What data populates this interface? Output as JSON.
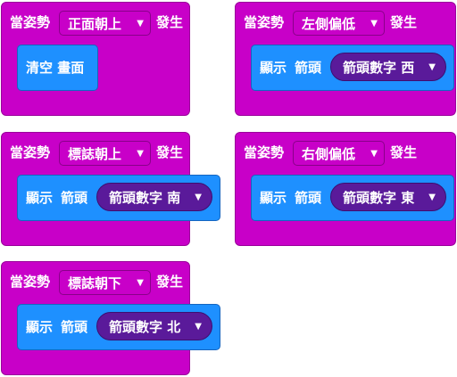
{
  "blocks": [
    {
      "when": "當姿勢",
      "gesture": "正面朝上",
      "occurs": "發生",
      "action": "清空 畫面"
    },
    {
      "when": "當姿勢",
      "gesture": "左側偏低",
      "occurs": "發生",
      "show": "顯示",
      "arrow": "箭頭",
      "arrow_value": "箭頭數字 西"
    },
    {
      "when": "當姿勢",
      "gesture": "標誌朝上",
      "occurs": "發生",
      "show": "顯示",
      "arrow": "箭頭",
      "arrow_value": "箭頭數字 南"
    },
    {
      "when": "當姿勢",
      "gesture": "右側偏低",
      "occurs": "發生",
      "show": "顯示",
      "arrow": "箭頭",
      "arrow_value": "箭頭數字 東"
    },
    {
      "when": "當姿勢",
      "gesture": "標誌朝下",
      "occurs": "發生",
      "show": "顯示",
      "arrow": "箭頭",
      "arrow_value": "箭頭數字 北"
    }
  ],
  "colors": {
    "event": "#c800c8",
    "command": "#1e90ff",
    "arrow_pill": "#5a1a9a"
  },
  "icons": {
    "dropdown": "triangle-down-icon"
  }
}
